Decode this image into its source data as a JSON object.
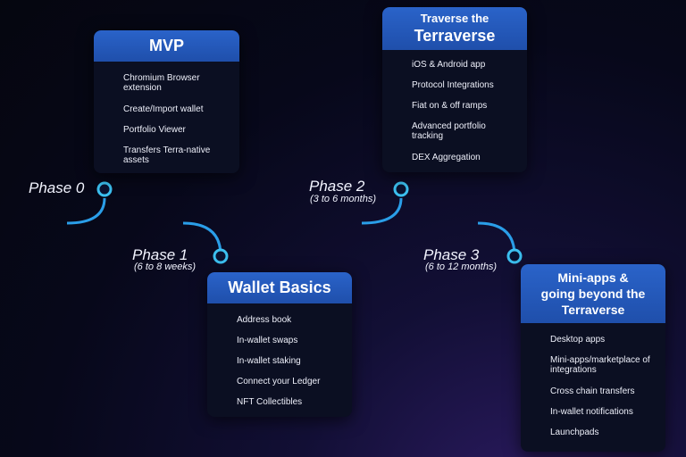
{
  "phases": [
    {
      "label": "Phase 0",
      "duration": ""
    },
    {
      "label": "Phase 1",
      "duration": "(6 to 8 weeks)"
    },
    {
      "label": "Phase 2",
      "duration": "(3 to 6 months)"
    },
    {
      "label": "Phase 3",
      "duration": "(6 to 12 months)"
    }
  ],
  "cards": {
    "mvp": {
      "title": "MVP",
      "items": [
        "Chromium Browser extension",
        "Create/Import wallet",
        "Portfolio Viewer",
        "Transfers Terra-native assets"
      ]
    },
    "wallet_basics": {
      "title": "Wallet Basics",
      "items": [
        "Address book",
        "In-wallet swaps",
        "In-wallet staking",
        "Connect your Ledger",
        "NFT Collectibles"
      ]
    },
    "terraverse": {
      "title_line1": "Traverse the",
      "title_line2": "Terraverse",
      "items": [
        "iOS & Android app",
        "Protocol Integrations",
        "Fiat on & off ramps",
        "Advanced portfolio tracking",
        "DEX Aggregation"
      ]
    },
    "beyond": {
      "title_line1": "Mini-apps &",
      "title_line2": "going beyond the",
      "title_line3": "Terraverse",
      "items": [
        "Desktop apps",
        "Mini-apps/marketplace of integrations",
        "Cross chain transfers",
        "In-wallet notifications",
        "Launchpads"
      ]
    }
  },
  "colors": {
    "timeline": "#1a8fe0",
    "node": "#3cc0f0",
    "card_header": "#2a63c9",
    "card_body": "#0b0f22"
  }
}
